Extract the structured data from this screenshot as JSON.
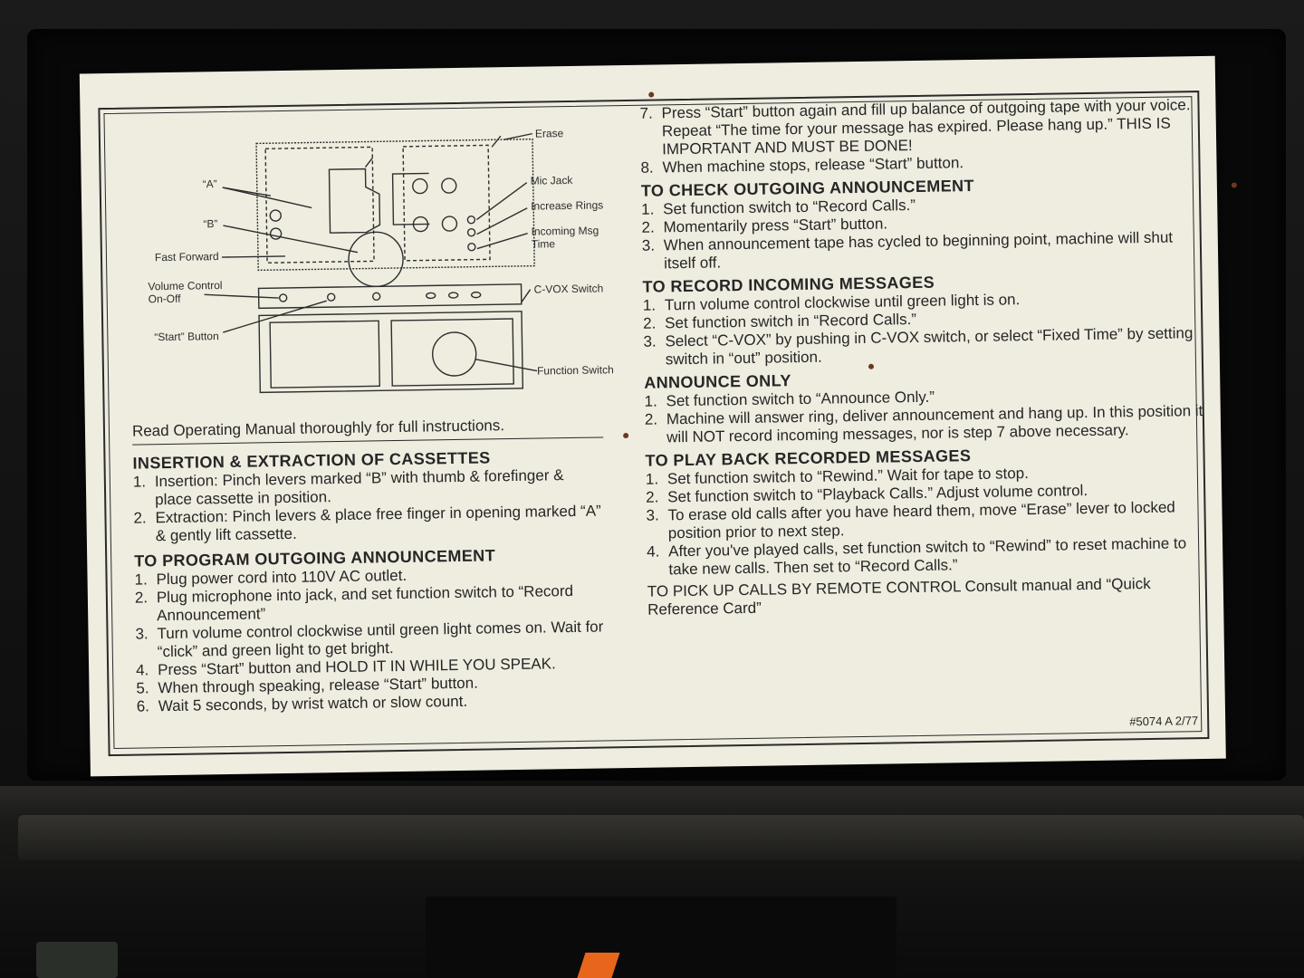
{
  "diagram": {
    "labels": {
      "erase": "Erase",
      "a": "“A”",
      "mic_jack": "Mic Jack",
      "increase_rings": "Increase Rings",
      "b": "“B”",
      "incoming_msg": "Incoming Msg",
      "time": "Time",
      "fast_forward": "Fast Forward",
      "volume_control": "Volume Control",
      "on_off": "On-Off",
      "cvox_switch": "C-VOX Switch",
      "start_button": "“Start” Button",
      "function_switch": "Function Switch"
    }
  },
  "read_manual": "Read Operating Manual thoroughly for full instructions.",
  "sections_left": [
    {
      "title": "INSERTION & EXTRACTION OF CASSETTES",
      "items": [
        {
          "n": "1.",
          "t": "Insertion: Pinch levers marked “B” with thumb & forefinger & place cassette in position."
        },
        {
          "n": "2.",
          "t": "Extraction: Pinch levers & place free finger in opening marked “A” & gently lift cassette."
        }
      ]
    },
    {
      "title": "TO PROGRAM OUTGOING ANNOUNCEMENT",
      "items": [
        {
          "n": "1.",
          "t": "Plug power cord into 110V AC outlet."
        },
        {
          "n": "2.",
          "t": "Plug microphone into jack, and set function switch to “Record Announcement”"
        },
        {
          "n": "3.",
          "t": "Turn volume control clockwise until green light comes on. Wait for “click” and green light to get bright."
        },
        {
          "n": "4.",
          "t": "Press “Start” button and HOLD IT IN WHILE YOU SPEAK."
        },
        {
          "n": "5.",
          "t": "When through speaking, release “Start” button."
        },
        {
          "n": "6.",
          "t": "Wait 5 seconds, by wrist watch or slow count."
        }
      ]
    }
  ],
  "continued_items": [
    {
      "n": "7.",
      "t": "Press “Start” button again and fill up balance of outgoing tape with your voice. Repeat “The time for your message has expired. Please hang up.” THIS IS IMPORTANT AND MUST BE DONE!"
    },
    {
      "n": "8.",
      "t": "When machine stops, release “Start” button."
    }
  ],
  "sections_right": [
    {
      "title": "TO CHECK OUTGOING ANNOUNCEMENT",
      "items": [
        {
          "n": "1.",
          "t": "Set function switch to “Record Calls.”"
        },
        {
          "n": "2.",
          "t": "Momentarily press “Start” button."
        },
        {
          "n": "3.",
          "t": "When announcement tape has cycled to beginning point, machine will shut itself off."
        }
      ]
    },
    {
      "title": "TO RECORD INCOMING MESSAGES",
      "items": [
        {
          "n": "1.",
          "t": "Turn volume control clockwise until green light is on."
        },
        {
          "n": "2.",
          "t": "Set function switch in “Record Calls.”"
        },
        {
          "n": "3.",
          "t": "Select “C-VOX” by pushing in C-VOX switch, or select “Fixed Time” by setting switch in “out” position."
        }
      ]
    },
    {
      "title": "ANNOUNCE ONLY",
      "items": [
        {
          "n": "1.",
          "t": "Set function switch to “Announce Only.”"
        },
        {
          "n": "2.",
          "t": "Machine will answer ring, deliver announcement and hang up. In this position it will NOT record incoming messages, nor is step 7 above necessary."
        }
      ]
    },
    {
      "title": "TO PLAY BACK RECORDED MESSAGES",
      "items": [
        {
          "n": "1.",
          "t": "Set function switch to “Rewind.” Wait for tape to stop."
        },
        {
          "n": "2.",
          "t": "Set function switch to “Playback Calls.” Adjust volume control."
        },
        {
          "n": "3.",
          "t": "To erase old calls after you have heard them, move “Erase” lever to locked position prior to next step."
        },
        {
          "n": "4.",
          "t": "After you've played calls, set function switch to “Rewind” to reset machine to take new calls. Then set to “Record Calls.”"
        }
      ]
    }
  ],
  "remote_note": "TO PICK UP CALLS BY REMOTE CONTROL Consult manual and “Quick Reference Card”",
  "ref_code": "#5074 A 2/77"
}
